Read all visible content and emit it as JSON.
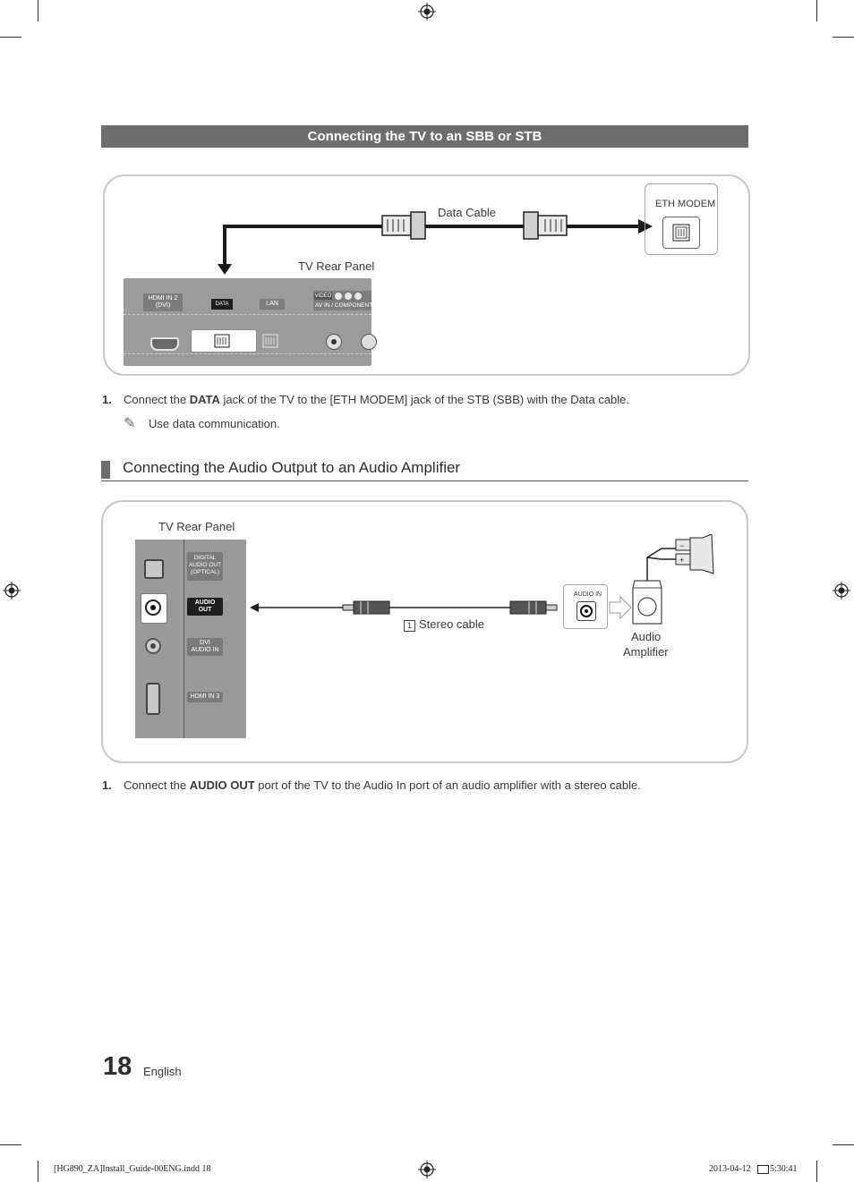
{
  "section": {
    "title": "Connecting the TV to an SBB or STB"
  },
  "sbb_diagram": {
    "data_cable_label": "Data Cable",
    "tv_rear_panel_label": "TV Rear Panel",
    "eth_modem_label": "ETH MODEM",
    "ports": {
      "hdmi_in_2": "HDMI IN 2\n(DVI)",
      "data": "DATA",
      "lan": "LAN",
      "av_in": "AV IN / COMPONENT",
      "video": "VIDEO"
    }
  },
  "step1": {
    "number": "1.",
    "pre": "Connect the ",
    "bold": "DATA",
    "post": " jack of the TV to the [ETH MODEM] jack of the STB (SBB) with the Data cable."
  },
  "note": {
    "icon": "pencil-icon",
    "text": "Use data communication."
  },
  "subsection": {
    "title": "Connecting the Audio Output to an Audio Amplifier"
  },
  "audio_diagram": {
    "tv_rear_panel_label": "TV Rear Panel",
    "digital_audio_out": "DIGITAL\nAUDIO OUT\n(OPTICAL)",
    "audio_out": "AUDIO\nOUT",
    "dvi_audio_in": "DVI\nAUDIO IN",
    "hdmi_in_3": "HDMI IN 3",
    "stereo_cable_number": "1",
    "stereo_cable_label": "Stereo cable",
    "audio_in_label": "AUDIO IN",
    "amplifier_label_line1": "Audio",
    "amplifier_label_line2": "Amplifier"
  },
  "step2": {
    "number": "1.",
    "pre": "Connect the ",
    "bold": "AUDIO OUT",
    "post": " port of the TV to the Audio In port of an audio amplifier with a stereo cable."
  },
  "footer": {
    "page_number": "18",
    "language": "English",
    "file_slug": "[HG890_ZA]Install_Guide-00ENG.indd   18",
    "date_slug": "2013-04-12",
    "time_slug": "5:30:41"
  },
  "colors": {
    "section_bar": "#6d6e70",
    "panel_border": "#c9c9c9",
    "cable": "#1a1a1a"
  }
}
